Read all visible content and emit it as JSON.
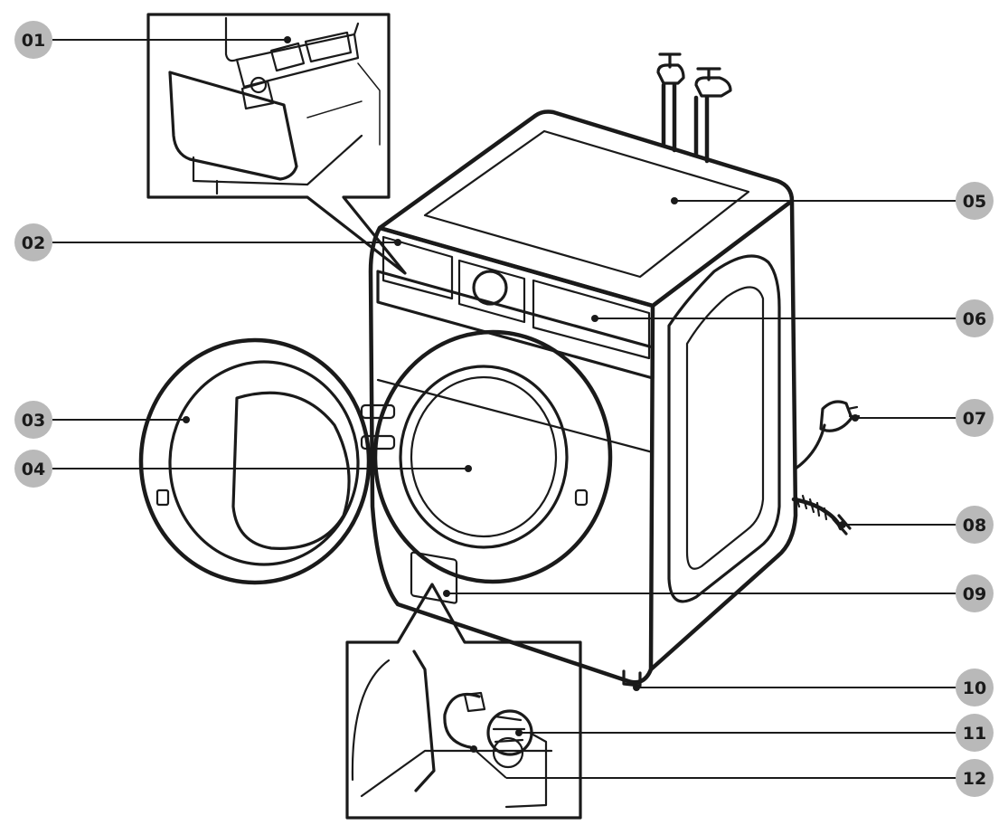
{
  "callouts": [
    {
      "id": "01",
      "label": "01"
    },
    {
      "id": "02",
      "label": "02"
    },
    {
      "id": "03",
      "label": "03"
    },
    {
      "id": "04",
      "label": "04"
    },
    {
      "id": "05",
      "label": "05"
    },
    {
      "id": "06",
      "label": "06"
    },
    {
      "id": "07",
      "label": "07"
    },
    {
      "id": "08",
      "label": "08"
    },
    {
      "id": "09",
      "label": "09"
    },
    {
      "id": "10",
      "label": "10"
    },
    {
      "id": "11",
      "label": "11"
    },
    {
      "id": "12",
      "label": "12"
    }
  ],
  "colors": {
    "ink": "#1a1a1a",
    "badge": "#b9b9b9",
    "background": "#ffffff"
  },
  "icons": [
    "water-tap-icon",
    "power-plug-icon",
    "drain-hose-icon",
    "door-lock-icon"
  ]
}
